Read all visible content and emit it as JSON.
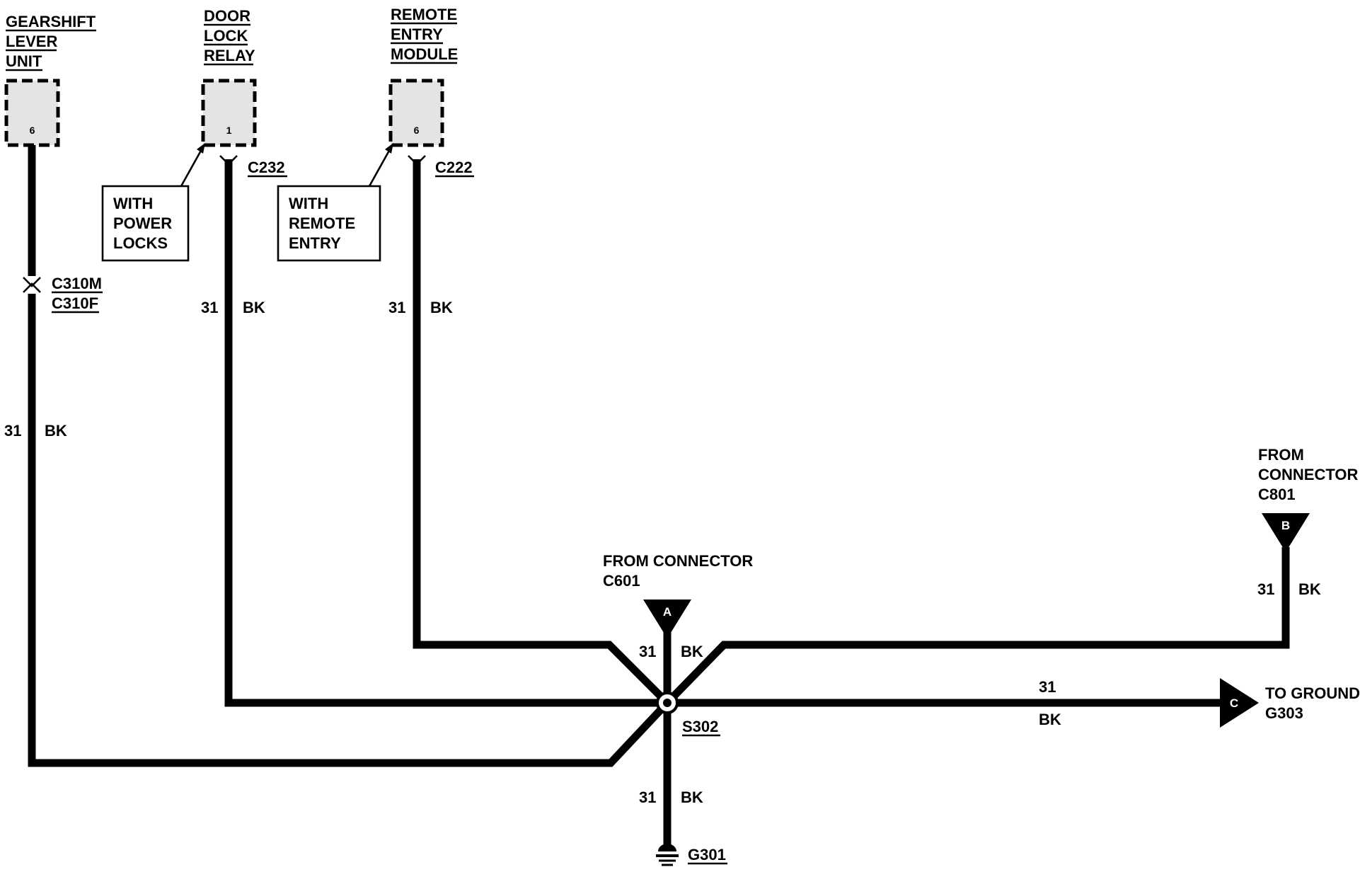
{
  "components": {
    "gearshift": {
      "label_lines": [
        "GEARSHIFT",
        "LEVER",
        "UNIT"
      ],
      "pin": "6"
    },
    "door_lock_relay": {
      "label_lines": [
        "DOOR",
        "LOCK",
        "RELAY"
      ],
      "pin": "1",
      "connector": "C232"
    },
    "remote_entry_module": {
      "label_lines": [
        "REMOTE",
        "ENTRY",
        "MODULE"
      ],
      "pin": "6",
      "connector": "C222"
    }
  },
  "notes": {
    "power_locks": [
      "WITH",
      "POWER",
      "LOCKS"
    ],
    "remote_entry": [
      "WITH",
      "REMOTE",
      "ENTRY"
    ]
  },
  "inline_connector": {
    "male": "C310M",
    "female": "C310F"
  },
  "wires": {
    "gearshift": {
      "circuit": "31",
      "color": "BK"
    },
    "door_lock": {
      "circuit": "31",
      "color": "BK"
    },
    "remote_entry": {
      "circuit": "31",
      "color": "BK"
    },
    "from_c601": {
      "circuit": "31",
      "color": "BK"
    },
    "from_c801": {
      "circuit": "31",
      "color": "BK"
    },
    "to_ground": {
      "circuit": "31",
      "color": "BK"
    },
    "g301": {
      "circuit": "31",
      "color": "BK"
    }
  },
  "splice": {
    "label": "S302"
  },
  "connectors": {
    "c601": {
      "letter": "A",
      "text_lines": [
        "FROM CONNECTOR",
        "C601"
      ]
    },
    "c801": {
      "letter": "B",
      "text_lines": [
        "FROM",
        "CONNECTOR",
        "C801"
      ]
    },
    "g303": {
      "letter": "C",
      "text_lines": [
        "TO GROUND",
        "G303"
      ]
    }
  },
  "ground": {
    "label": "G301"
  }
}
